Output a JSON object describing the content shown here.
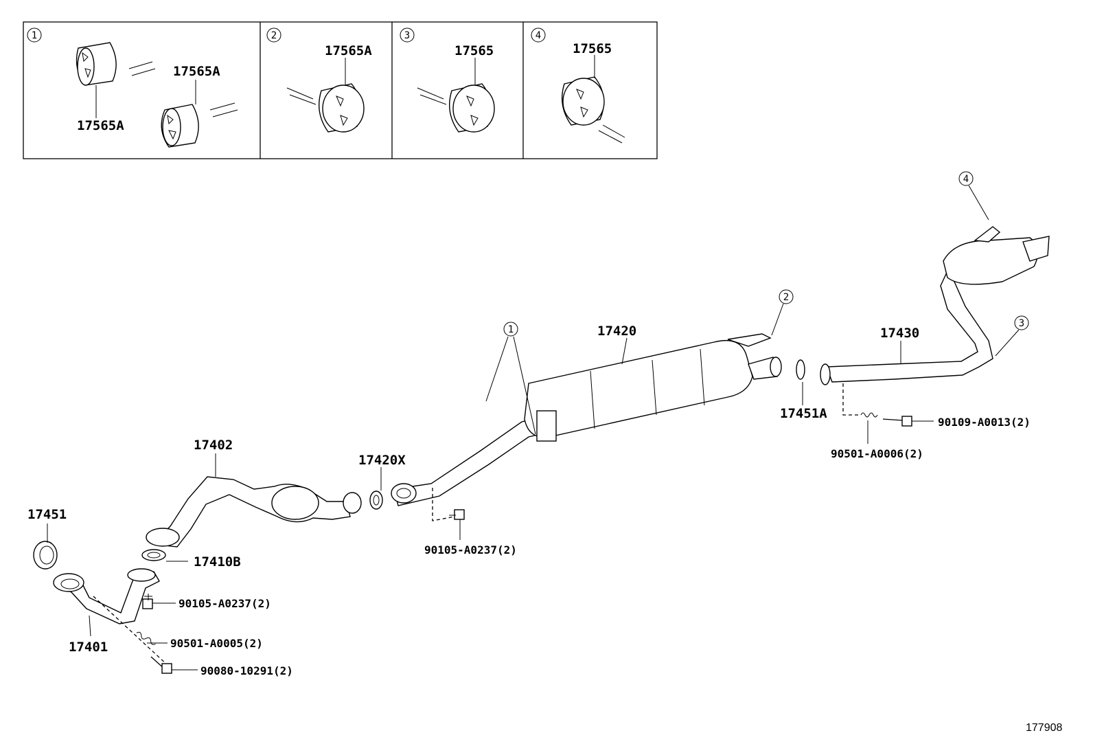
{
  "inset": {
    "panels": [
      {
        "number": "1",
        "labels": [
          "17565A",
          "17565A"
        ]
      },
      {
        "number": "2",
        "labels": [
          "17565A"
        ]
      },
      {
        "number": "3",
        "labels": [
          "17565"
        ]
      },
      {
        "number": "4",
        "labels": [
          "17565"
        ]
      }
    ]
  },
  "callouts": [
    "1",
    "2",
    "3",
    "4"
  ],
  "parts": {
    "p17402": "17402",
    "p17451": "17451",
    "p17410B": "17410B",
    "p17401": "17401",
    "b90105_a": "90105-A0237(2)",
    "b90501_a": "90501-A0005(2)",
    "b90080": "90080-10291(2)",
    "p17420X": "17420X",
    "b90105_b": "90105-A0237(2)",
    "p17420": "17420",
    "p17451A": "17451A",
    "p17430": "17430",
    "b90109": "90109-A0013(2)",
    "b90501_b": "90501-A0006(2)"
  },
  "figure_number": "177908"
}
